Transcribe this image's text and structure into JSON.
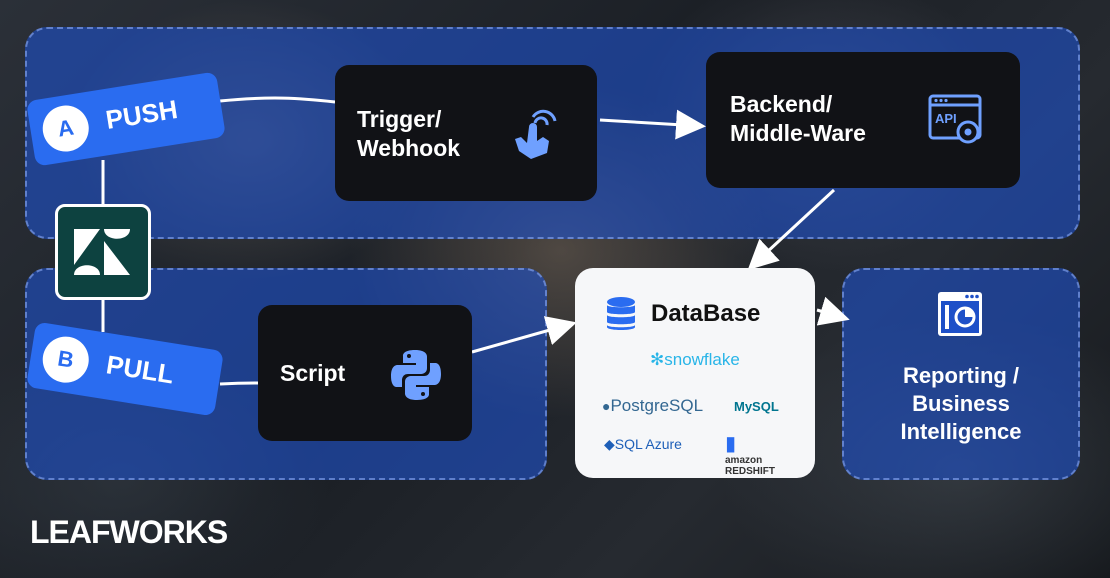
{
  "pill_a": {
    "letter": "A",
    "label": "PUSH"
  },
  "pill_b": {
    "letter": "B",
    "label": "PULL"
  },
  "trigger": {
    "label_line1": "Trigger/",
    "label_line2": "Webhook"
  },
  "backend": {
    "label_line1": "Backend/",
    "label_line2": "Middle-Ware",
    "icon_text": "API"
  },
  "script": {
    "label": "Script"
  },
  "database": {
    "title": "DataBase",
    "vendors": {
      "snowflake": "snowflake",
      "postgres": "PostgreSQL",
      "mysql": "MySQL",
      "sqlazure": "SQL Azure",
      "redshift_line1": "amazon",
      "redshift_line2": "REDSHIFT"
    }
  },
  "bi": {
    "line1": "Reporting /",
    "line2": "Business",
    "line3": "Intelligence"
  },
  "brand": "LEAFWORKS",
  "colors": {
    "panel_blue": "#1e50c8",
    "pill_blue": "#2a6cf0",
    "box_dark": "#111216",
    "zendesk_green": "#0d4240"
  },
  "icons": [
    "zendesk-logo",
    "touch-hand-icon",
    "api-gear-icon",
    "python-icon",
    "database-icon",
    "dashboard-icon"
  ]
}
